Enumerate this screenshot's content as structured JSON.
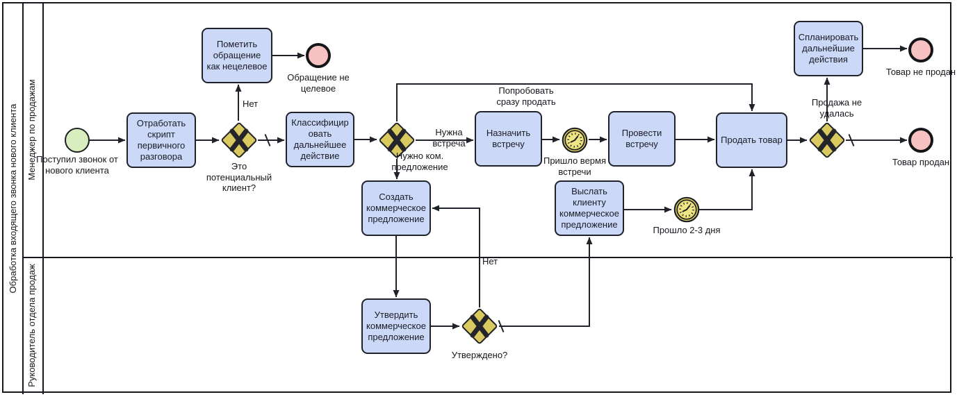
{
  "pool": {
    "title": "Обработка входящего звонка нового клиента",
    "lanes": [
      {
        "title": "Менеджер по продажам"
      },
      {
        "title": "Руководитель отдела продаж"
      }
    ]
  },
  "colors": {
    "task_fill": "#ccd8f8",
    "gateway_fill": "#d9c95e",
    "start_event_fill": "#d8eebf",
    "end_event_fill": "#f9c2c2",
    "timer_fill": "#e2d165",
    "stroke": "#20222a"
  },
  "nodes": {
    "start_call": {
      "type": "start-event",
      "label": "Поступил звонок от нового клиента"
    },
    "task_script": {
      "type": "task",
      "label": "Отработать скрипт первичного разговора"
    },
    "gateway_potential": {
      "type": "xor-gateway",
      "label": "Это потенциальный клиент?"
    },
    "task_mark_non_target": {
      "type": "task",
      "label": "Пометить обращение как нецелевое"
    },
    "end_non_target": {
      "type": "end-event",
      "label": "Обращение не целевое"
    },
    "task_classify": {
      "type": "task",
      "label": "Классифицировать дальнейшее действие"
    },
    "gateway_next_action": {
      "type": "xor-gateway",
      "label": ""
    },
    "task_schedule_meeting": {
      "type": "task",
      "label": "Назначить встречу"
    },
    "timer_meeting_time": {
      "type": "timer-event",
      "label": "Пришло вермя встречи"
    },
    "task_hold_meeting": {
      "type": "task",
      "label": "Провести встречу"
    },
    "task_sell": {
      "type": "task",
      "label": "Продать товар"
    },
    "gateway_sold": {
      "type": "xor-gateway",
      "label": ""
    },
    "task_plan_next": {
      "type": "task",
      "label": "Спланировать дальнейшие действия"
    },
    "end_not_sold": {
      "type": "end-event",
      "label": "Товар не продан"
    },
    "end_sold": {
      "type": "end-event",
      "label": "Товар продан"
    },
    "task_create_offer": {
      "type": "task",
      "label": "Создать коммерческое предложение"
    },
    "task_approve_offer": {
      "type": "task",
      "label": "Утвердить коммерческое предложение"
    },
    "gateway_approved": {
      "type": "xor-gateway",
      "label": "Утверждено?"
    },
    "task_send_offer": {
      "type": "task",
      "label": "Выслать клиенту коммерческое предложение"
    },
    "timer_wait_days": {
      "type": "timer-event",
      "label": "Прошло 2-3 дня"
    }
  },
  "edge_labels": {
    "not_potential": "Нет",
    "need_meeting": "Нужна встреча",
    "need_offer": "Нужно ком. предложение",
    "try_sell_now": "Попробовать сразу продать",
    "sale_failed": "Продажа не удалась",
    "not_approved": "Нет"
  }
}
